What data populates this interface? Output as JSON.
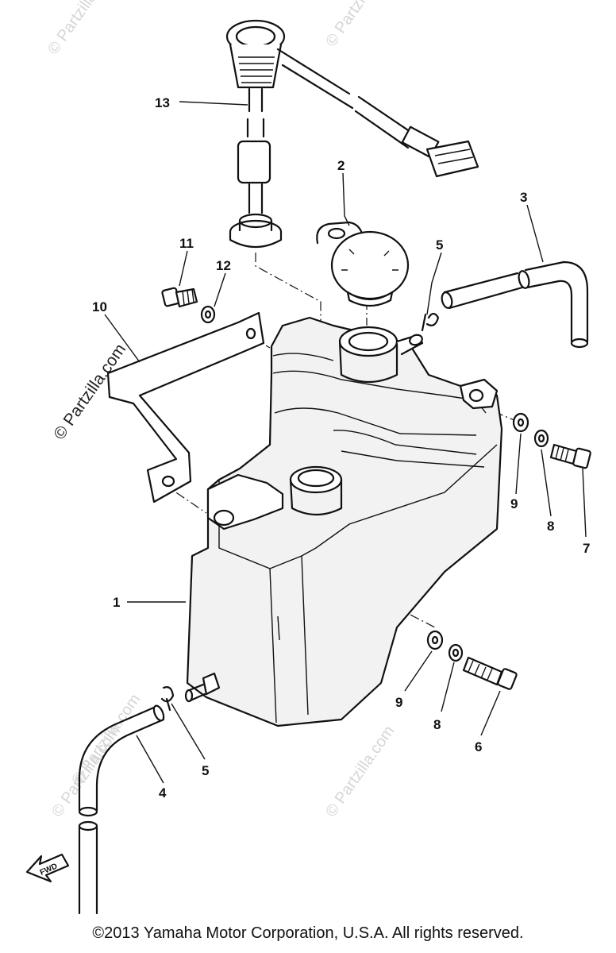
{
  "diagram": {
    "part_labels": {
      "p1": "1",
      "p2": "2",
      "p3": "3",
      "p4": "4",
      "p5a": "5",
      "p5b": "5",
      "p6": "6",
      "p7": "7",
      "p8a": "8",
      "p8b": "8",
      "p9a": "9",
      "p9b": "9",
      "p10": "10",
      "p11": "11",
      "p12": "12",
      "p13": "13"
    },
    "fwd_label": "FWD",
    "watermark_text": "© Partzilla.com",
    "copyright": "©2013 Yamaha Motor Corporation, U.S.A. All rights reserved."
  }
}
